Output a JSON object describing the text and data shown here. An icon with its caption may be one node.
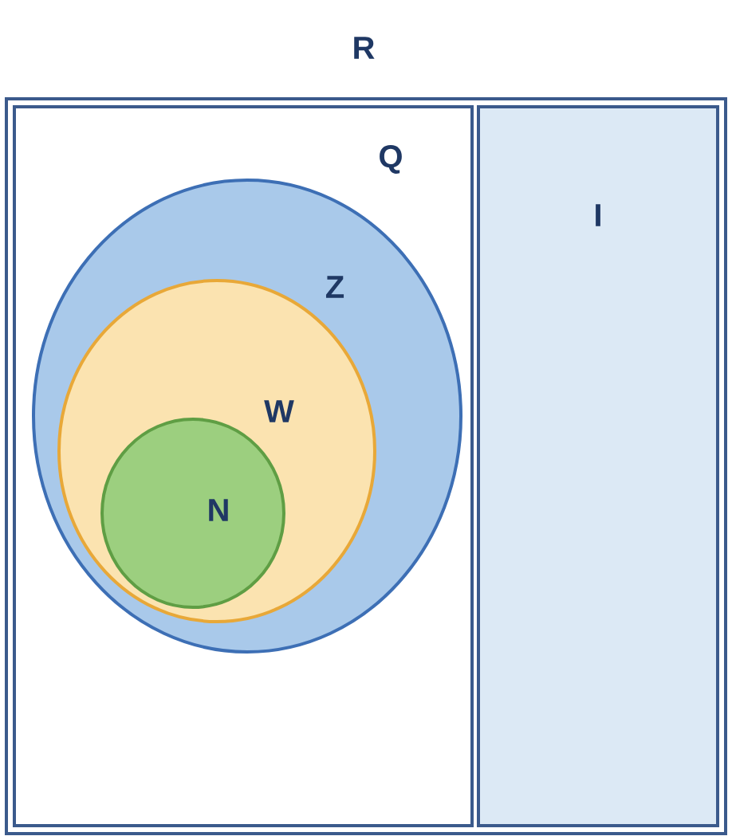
{
  "diagram": {
    "nodes": [
      {
        "text": [
          "R"
        ]
      },
      {
        "text": [
          "Q"
        ],
        "in": 0
      },
      {
        "text": [
          "Z"
        ],
        "in": 1
      },
      {
        "text": [
          "W"
        ],
        "in": 2
      },
      {
        "text": [
          "N"
        ],
        "in": 3
      },
      {
        "text": [
          "I"
        ],
        "in": 0
      }
    ]
  }
}
